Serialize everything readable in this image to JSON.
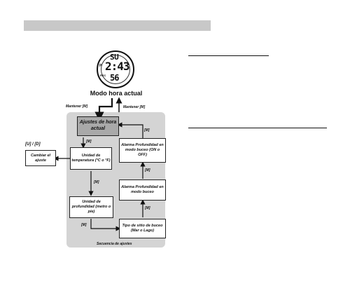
{
  "watch": {
    "day": "SU",
    "time": "2:43",
    "seconds": "56",
    "p_indicator": "P",
    "tag": "REC",
    "mode_label": "Modo hora actual"
  },
  "arrows": {
    "hold_left": "Mantener [M]",
    "hold_right": "Mantener [M]",
    "m1": "[M]",
    "m2": "[M]",
    "m3": "[M]",
    "m4": "[M]",
    "m5": "[M]",
    "m6": "[M]"
  },
  "side": {
    "buttons": "[U] / [D]",
    "change": "Cambiar el ajuste"
  },
  "boxes": {
    "current_time": "Ajustes de hora actual",
    "temp_unit": "Unidad de temperatura (°C o °F)",
    "depth_unit": "Unidad de profundidad (metro o pie)",
    "dive_site": "Tipo de sitio de buceo (Mar o Lago)",
    "depth_alarm": "Alarma Profundidad en modo buceo",
    "depth_alarm_toggle": "Alarma Profundidad en modo buceo (ON o OFF)"
  },
  "footer": "Secuencia de ajustes"
}
